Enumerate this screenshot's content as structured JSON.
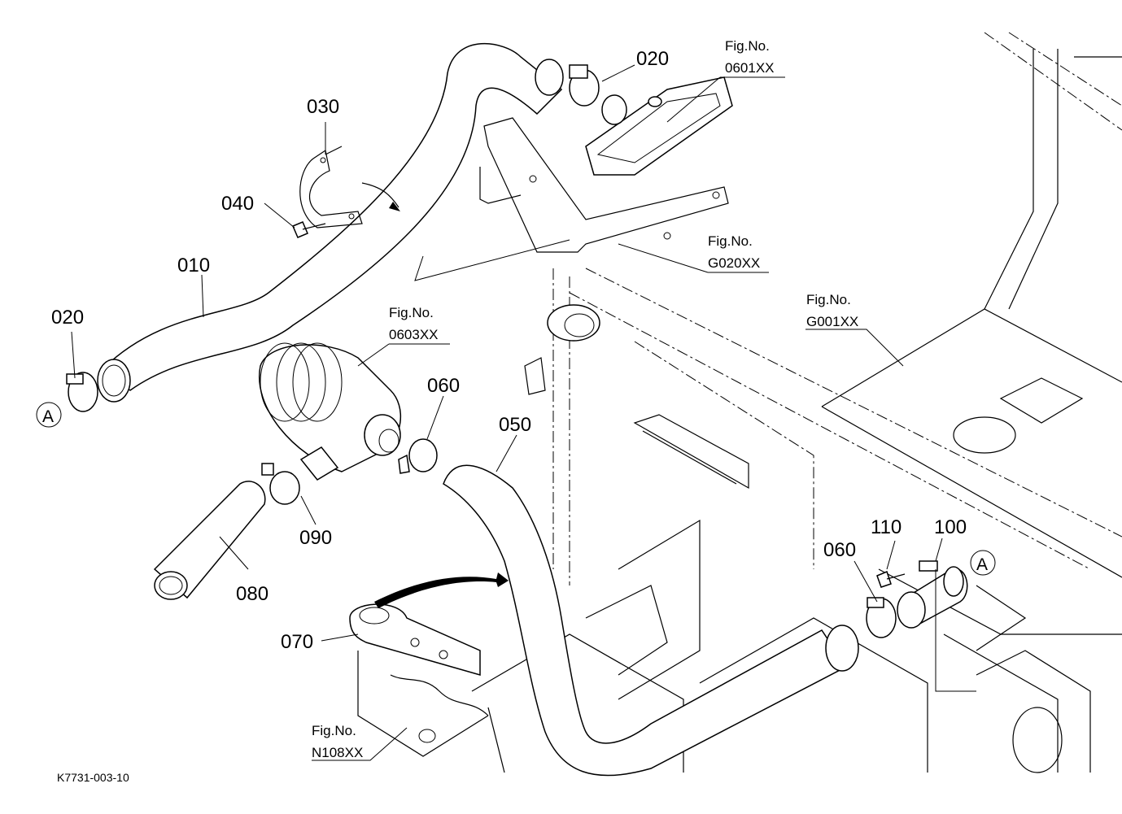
{
  "diagram": {
    "code": "K7731-003-10",
    "part_labels": [
      {
        "id": "p010",
        "text": "010"
      },
      {
        "id": "p020a",
        "text": "020"
      },
      {
        "id": "p020b",
        "text": "020"
      },
      {
        "id": "p030",
        "text": "030"
      },
      {
        "id": "p040",
        "text": "040"
      },
      {
        "id": "p050",
        "text": "050"
      },
      {
        "id": "p060a",
        "text": "060"
      },
      {
        "id": "p060b",
        "text": "060"
      },
      {
        "id": "p070",
        "text": "070"
      },
      {
        "id": "p080",
        "text": "080"
      },
      {
        "id": "p090",
        "text": "090"
      },
      {
        "id": "p100",
        "text": "100"
      },
      {
        "id": "p110",
        "text": "110"
      }
    ],
    "ref_markers": [
      {
        "id": "refA1",
        "text": "A"
      },
      {
        "id": "refA2",
        "text": "A"
      }
    ],
    "fig_refs": [
      {
        "id": "f0601",
        "title": "Fig.No.",
        "number": "0601XX"
      },
      {
        "id": "f0603",
        "title": "Fig.No.",
        "number": "0603XX"
      },
      {
        "id": "fG020",
        "title": "Fig.No.",
        "number": "G020XX"
      },
      {
        "id": "fG001",
        "title": "Fig.No.",
        "number": "G001XX"
      },
      {
        "id": "fN108",
        "title": "Fig.No.",
        "number": "N108XX"
      }
    ]
  }
}
